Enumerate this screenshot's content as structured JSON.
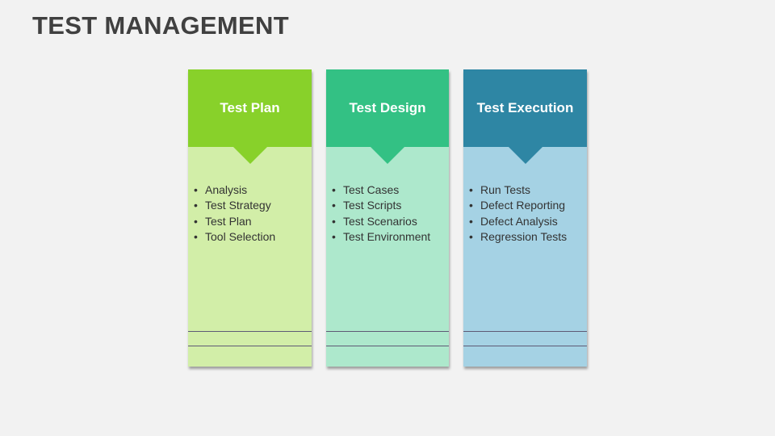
{
  "slide": {
    "title": "TEST MANAGEMENT",
    "background": "#f2f2f2"
  },
  "cards": [
    {
      "heading": "Test Plan",
      "header_color": "#88d12a",
      "body_color": "#d2eea8",
      "items": [
        "Analysis",
        "Test Strategy",
        "Test Plan",
        "Tool Selection"
      ]
    },
    {
      "heading": "Test Design",
      "header_color": "#33c184",
      "body_color": "#ade8cc",
      "items": [
        "Test Cases",
        "Test Scripts",
        "Test Scenarios",
        "Test Environment"
      ]
    },
    {
      "heading": "Test Execution",
      "header_color": "#2e86a4",
      "body_color": "#a5d2e4",
      "items": [
        "Run Tests",
        "Defect Reporting",
        "Defect Analysis",
        "Regression Tests"
      ]
    }
  ],
  "bullet_glyph": "•"
}
